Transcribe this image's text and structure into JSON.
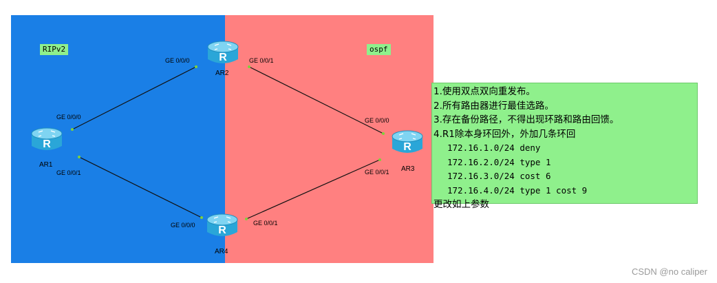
{
  "zones": {
    "left_tag": "RIPv2",
    "right_tag": "ospf",
    "left_color": "#1a7fe6",
    "right_color": "#ff8080",
    "tag_color": "#8ff08c"
  },
  "routers": {
    "ar1": "AR1",
    "ar2": "AR2",
    "ar3": "AR3",
    "ar4": "AR4"
  },
  "ports": {
    "ar2_left": "GE 0/0/0",
    "ar2_right": "GE 0/0/1",
    "ar1_top": "GE 0/0/0",
    "ar1_bottom": "GE 0/0/1",
    "ar3_top": "GE 0/0/0",
    "ar3_bottom": "GE 0/0/1",
    "ar4_left": "GE 0/0/0",
    "ar4_right": "GE 0/0/1"
  },
  "notes": {
    "l1": "1.使用双点双向重发布。",
    "l2": "2.所有路由器进行最佳选路。",
    "l3": "3.存在备份路径，不得出现环路和路由回馈。",
    "l4": "4.R1除本身环回外，外加几条环回",
    "l5": "172.16.1.0/24 deny",
    "l6": "172.16.2.0/24 type 1",
    "l7": "172.16.3.0/24 cost 6",
    "l8": "172.16.4.0/24 type 1 cost 9",
    "l9": "更改如上参数"
  },
  "watermark": "CSDN @no caliper"
}
